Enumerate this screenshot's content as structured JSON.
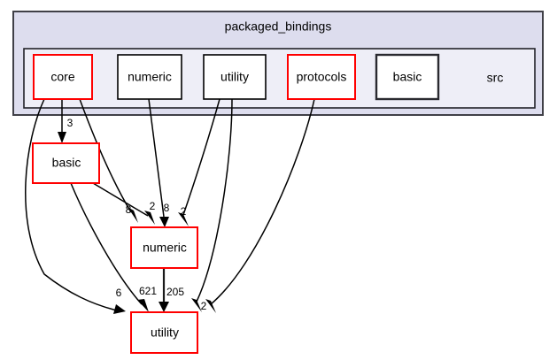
{
  "graph": {
    "title": "packaged_bindings",
    "type": "directory-dependency-graph",
    "colors": {
      "cluster_outer_fill": "#ddddee",
      "cluster_outer_stroke": "#404047",
      "cluster_inner_fill": "#eeeef7",
      "cluster_inner_stroke": "#222228",
      "node_fill": "#ffffff",
      "node_highlight_stroke": "#ff0000",
      "node_normal_stroke": "#000000",
      "edge_stroke": "#000000",
      "background": "#ffffff"
    },
    "clusters": [
      {
        "id": "cluster-packaged-bindings",
        "label": "packaged_bindings"
      },
      {
        "id": "cluster-src",
        "label": "src"
      }
    ],
    "nodes": [
      {
        "id": "core-top",
        "label": "core",
        "border": "red",
        "row": "top"
      },
      {
        "id": "numeric-top",
        "label": "numeric",
        "border": "black",
        "row": "top"
      },
      {
        "id": "utility-top",
        "label": "utility",
        "border": "black",
        "row": "top"
      },
      {
        "id": "protocols-top",
        "label": "protocols",
        "border": "red",
        "row": "top"
      },
      {
        "id": "basic-top",
        "label": "basic",
        "border": "black",
        "row": "top"
      },
      {
        "id": "src-label",
        "label": "src",
        "border": "none",
        "row": "top"
      },
      {
        "id": "basic-mid",
        "label": "basic",
        "border": "red",
        "row": "middle"
      },
      {
        "id": "numeric-mid",
        "label": "numeric",
        "border": "red",
        "row": "middle"
      },
      {
        "id": "utility-bot",
        "label": "utility",
        "border": "red",
        "row": "bottom"
      }
    ],
    "edges": [
      {
        "id": "e1",
        "from": "core-top",
        "to": "basic-mid",
        "label": "3"
      },
      {
        "id": "e2",
        "from": "core-top",
        "to": "numeric-mid",
        "label": "8"
      },
      {
        "id": "e3",
        "from": "core-top",
        "to": "utility-bot",
        "label": "6"
      },
      {
        "id": "e4",
        "from": "basic-mid",
        "to": "numeric-mid",
        "label": "2"
      },
      {
        "id": "e5",
        "from": "basic-mid",
        "to": "utility-bot",
        "label": "621"
      },
      {
        "id": "e6",
        "from": "numeric-top",
        "to": "numeric-mid",
        "label": "8"
      },
      {
        "id": "e7",
        "from": "utility-top",
        "to": "numeric-mid",
        "label": "2"
      },
      {
        "id": "e8",
        "from": "utility-top",
        "to": "utility-bot",
        "label": ""
      },
      {
        "id": "e9",
        "from": "protocols-top",
        "to": "utility-bot",
        "label": "2"
      },
      {
        "id": "e10",
        "from": "numeric-mid",
        "to": "utility-bot",
        "label": "205"
      }
    ],
    "edge_labels": [
      {
        "id": "lbl-3",
        "text": "3"
      },
      {
        "id": "lbl-8a",
        "text": "8"
      },
      {
        "id": "lbl-2a",
        "text": "2"
      },
      {
        "id": "lbl-8b",
        "text": "8"
      },
      {
        "id": "lbl-2b",
        "text": "2"
      },
      {
        "id": "lbl-6",
        "text": "6"
      },
      {
        "id": "lbl-621",
        "text": "621"
      },
      {
        "id": "lbl-205",
        "text": "205"
      },
      {
        "id": "lbl-2c",
        "text": "2"
      }
    ]
  }
}
